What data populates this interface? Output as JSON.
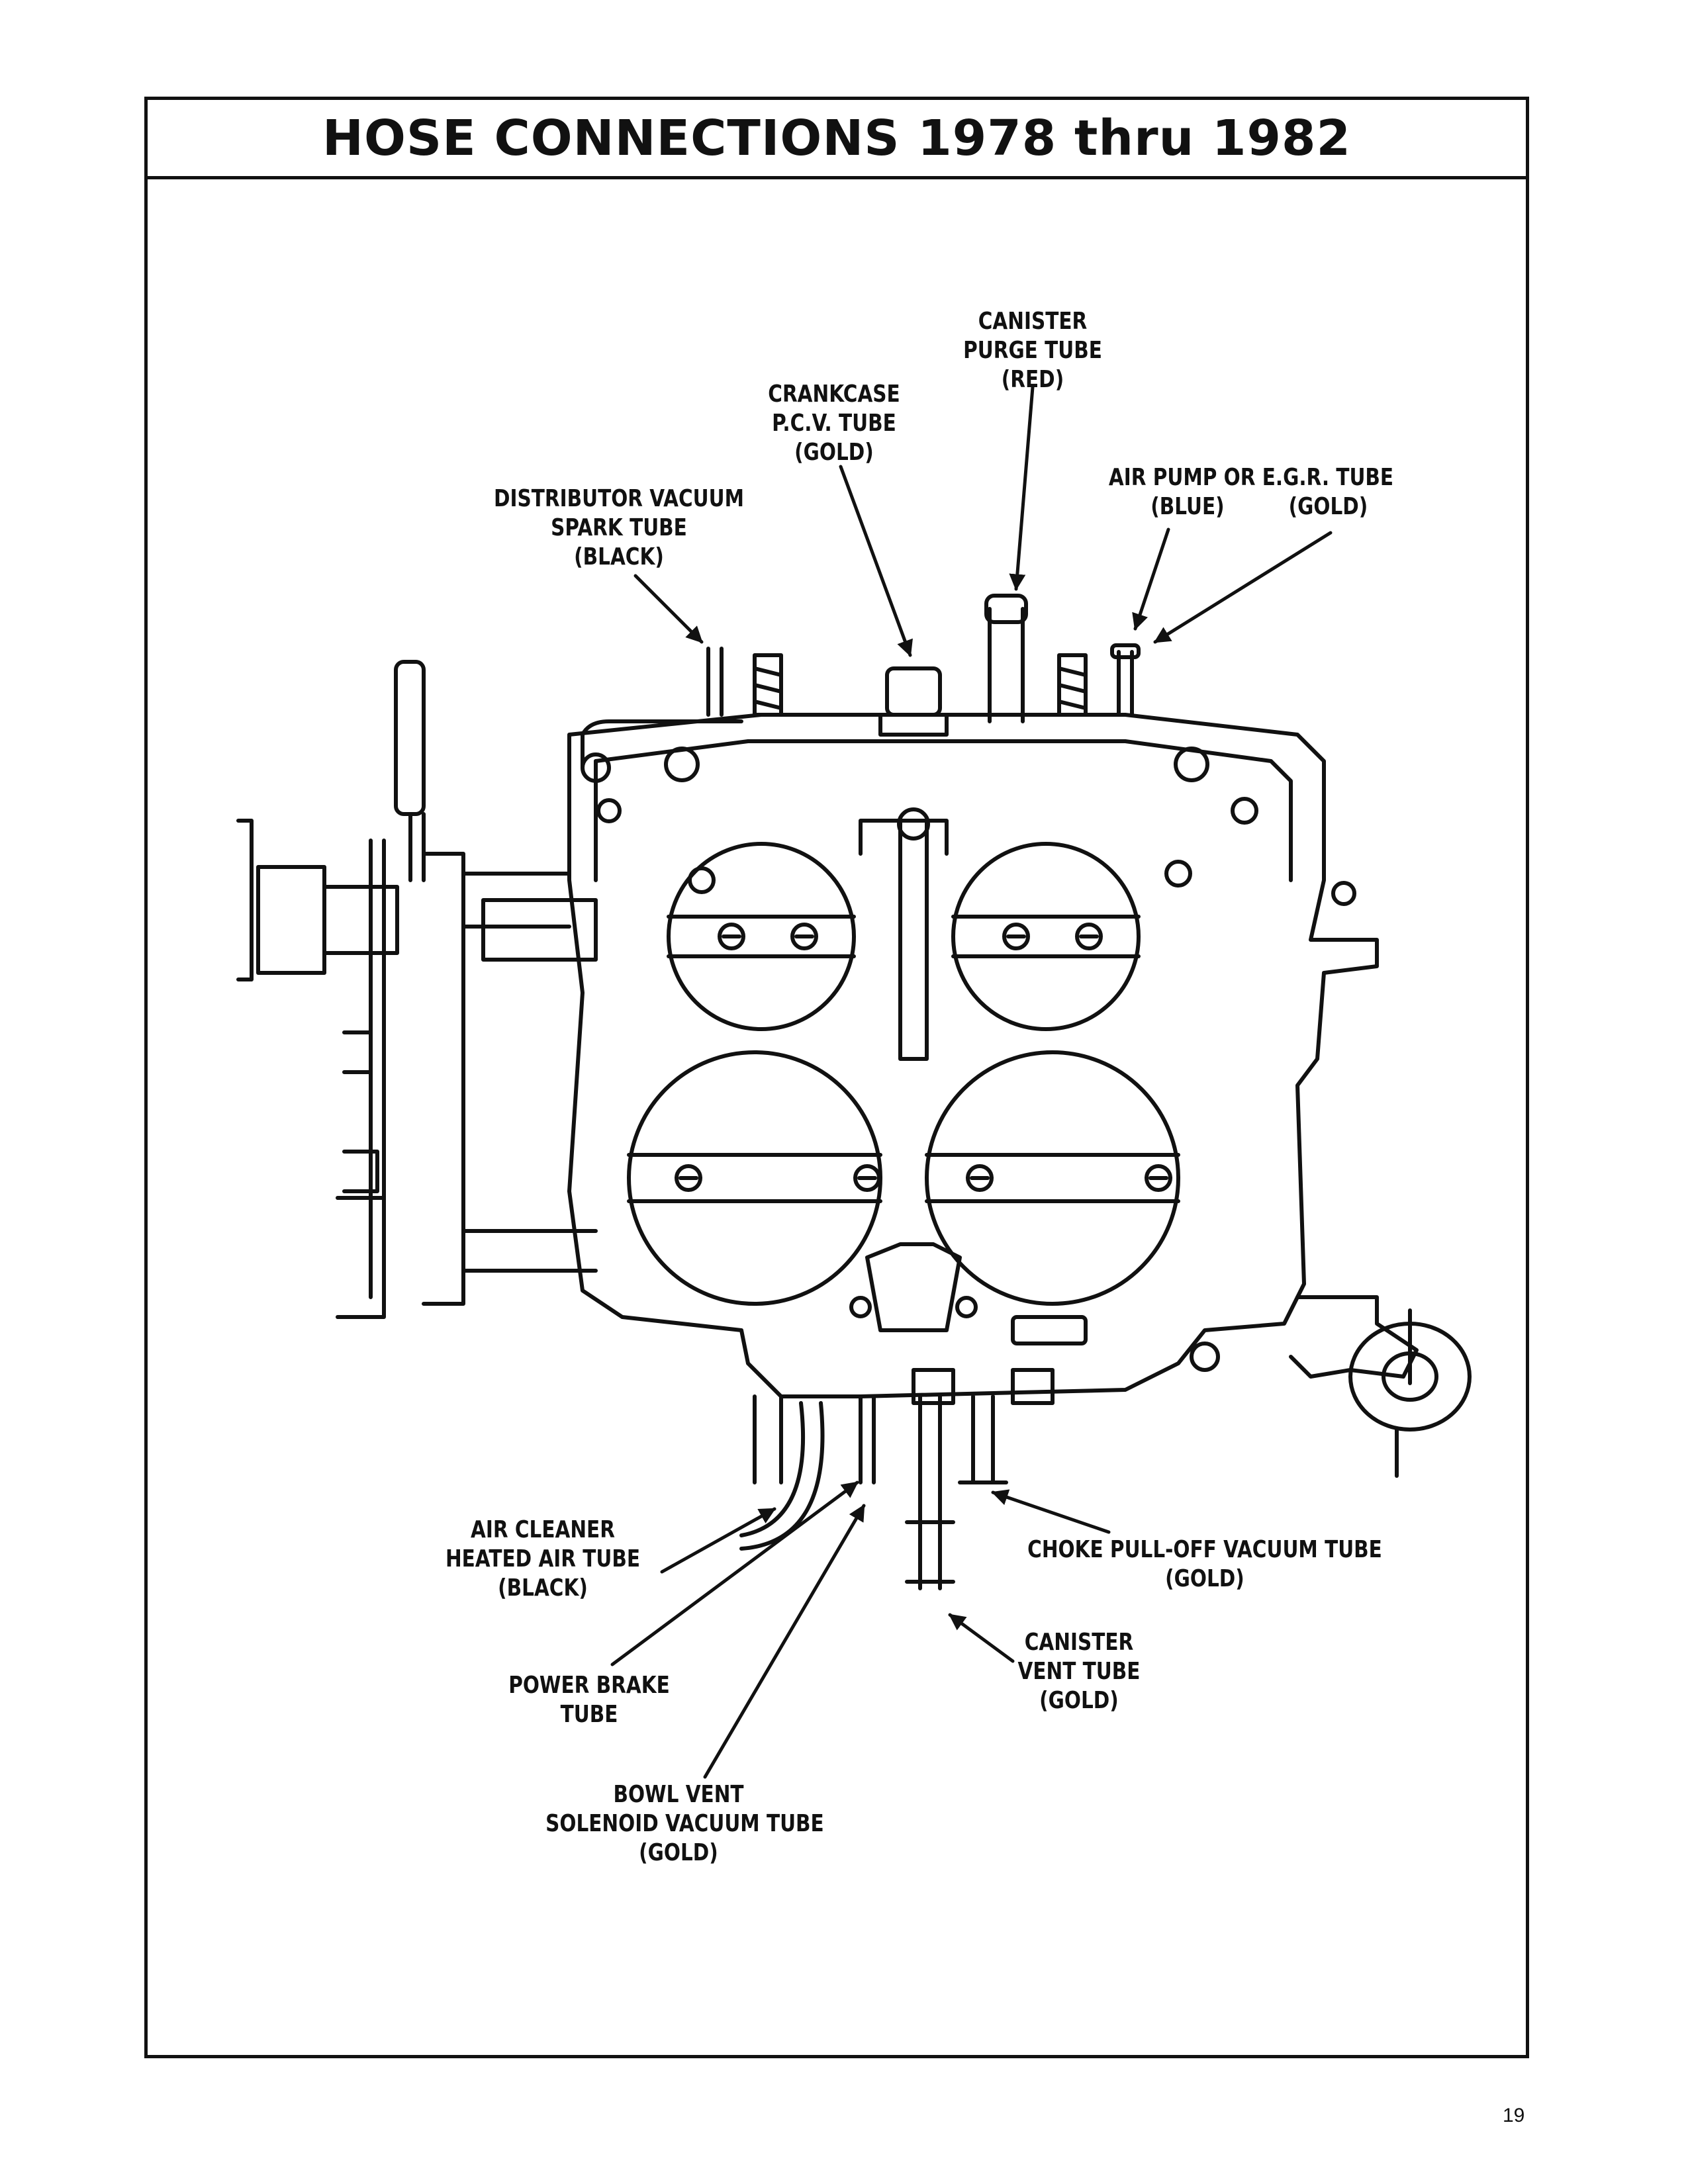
{
  "title": "HOSE CONNECTIONS 1978 thru 1982",
  "labels": {
    "canister_purge": [
      "CANISTER",
      "PURGE TUBE",
      "(RED)"
    ],
    "crankcase_pcv": [
      "CRANKCASE",
      "P.C.V. TUBE",
      "(GOLD)"
    ],
    "distributor_vacuum": [
      "DISTRIBUTOR VACUUM",
      "SPARK TUBE",
      "(BLACK)"
    ],
    "air_pump_egr": [
      "AIR PUMP OR E.G.R. TUBE",
      "(BLUE)",
      "(GOLD)"
    ],
    "air_cleaner": [
      "AIR CLEANER",
      "HEATED AIR TUBE",
      "(BLACK)"
    ],
    "choke_pulloff": [
      "CHOKE PULL-OFF VACUUM TUBE",
      "(GOLD)"
    ],
    "canister_vent": [
      "CANISTER",
      "VENT TUBE",
      "(GOLD)"
    ],
    "power_brake": [
      "POWER BRAKE",
      "TUBE"
    ],
    "bowl_vent": [
      "BOWL VENT",
      "SOLENOID VACUUM TUBE",
      "(GOLD)"
    ]
  },
  "page_number": "19"
}
